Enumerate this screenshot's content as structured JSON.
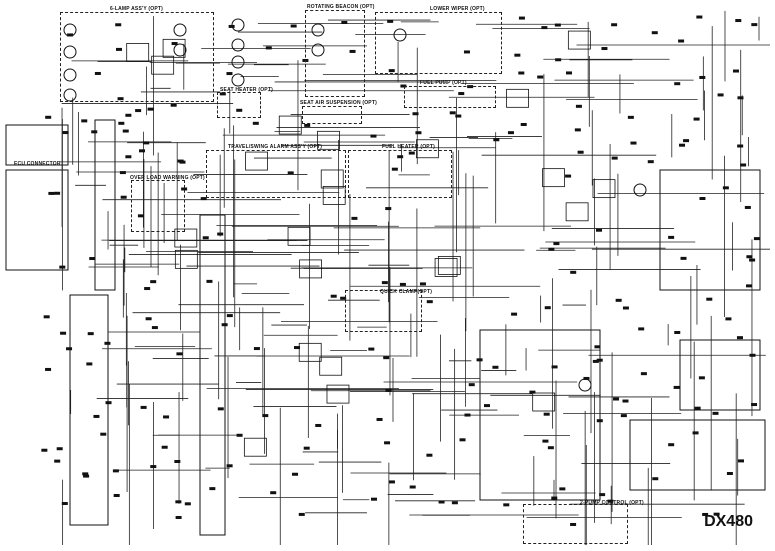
{
  "title": "DX480",
  "sections": {
    "six_lamp": "6-LAMP ASS'Y (OPT)",
    "rotating_beacon": "ROTATING BEACON (OPT)",
    "lower_wiper": "LOWER WIPER (OPT)",
    "fuel_pump": "FUEL PUMP (OPT)",
    "seat_heater": "SEAT HEATER (OPT)",
    "seat_air_suspension": "SEAT AIR SUSPENSION (OPT)",
    "travel_swing_alarm": "TRAVEL/SWING ALARM ASS'Y (OPT)",
    "fuel_heater": "FUEL HEATER (OPT)",
    "over_load_warning": "OVER LOAD WARNING (OPT)",
    "quick_clamp": "QUICK CLAMP(OPT)",
    "two_pump_control": "2-PUMP CONTROL (OPT)",
    "ecu_connector": "ECU CONNECTOR"
  }
}
